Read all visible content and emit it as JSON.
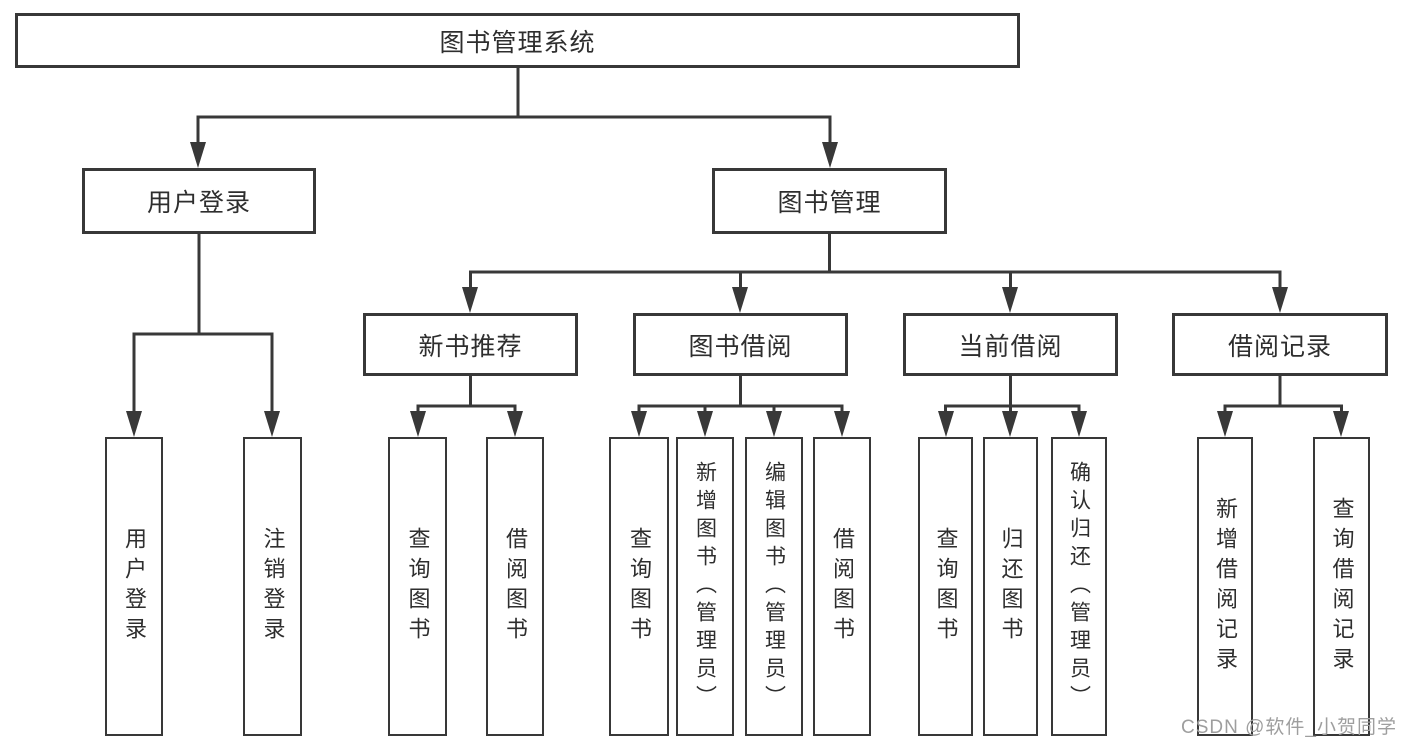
{
  "title": "图书管理系统",
  "watermark": "CSDN @软件_小贺同学",
  "colors": {
    "line": "#383838",
    "box_border": "#383838",
    "text": "#2e2e2e",
    "watermark_text": "#9e9e9e",
    "background": "#ffffff"
  },
  "nodes": {
    "root": {
      "label": "图书管理系统"
    },
    "user_login": {
      "label": "用户登录"
    },
    "book_management": {
      "label": "图书管理"
    },
    "new_book_recommend": {
      "label": "新书推荐"
    },
    "book_borrowing": {
      "label": "图书借阅"
    },
    "current_borrowing": {
      "label": "当前借阅"
    },
    "borrowing_records": {
      "label": "借阅记录"
    },
    "leaf_user_login": {
      "label": "用户登录"
    },
    "leaf_logout": {
      "label": "注销登录"
    },
    "leaf_rec_query_books": {
      "label": "查询图书"
    },
    "leaf_rec_borrow_books": {
      "label": "借阅图书"
    },
    "leaf_bb_query_books": {
      "label": "查询图书"
    },
    "leaf_bb_add_books": {
      "label": "新增图书（管理员）"
    },
    "leaf_bb_edit_books": {
      "label": "编辑图书（管理员）"
    },
    "leaf_bb_borrow_books": {
      "label": "借阅图书"
    },
    "leaf_cb_query_books": {
      "label": "查询图书"
    },
    "leaf_cb_return_books": {
      "label": "归还图书"
    },
    "leaf_cb_confirm_return": {
      "label": "确认归还（管理员）"
    },
    "leaf_br_add_record": {
      "label": "新增借阅记录"
    },
    "leaf_br_query_record": {
      "label": "查询借阅记录"
    }
  },
  "edges": [
    [
      "图书管理系统",
      "用户登录"
    ],
    [
      "图书管理系统",
      "图书管理"
    ],
    [
      "用户登录",
      "用户登录"
    ],
    [
      "用户登录",
      "注销登录"
    ],
    [
      "图书管理",
      "新书推荐"
    ],
    [
      "图书管理",
      "图书借阅"
    ],
    [
      "图书管理",
      "当前借阅"
    ],
    [
      "图书管理",
      "借阅记录"
    ],
    [
      "新书推荐",
      "查询图书"
    ],
    [
      "新书推荐",
      "借阅图书"
    ],
    [
      "图书借阅",
      "查询图书"
    ],
    [
      "图书借阅",
      "新增图书（管理员）"
    ],
    [
      "图书借阅",
      "编辑图书（管理员）"
    ],
    [
      "图书借阅",
      "借阅图书"
    ],
    [
      "当前借阅",
      "查询图书"
    ],
    [
      "当前借阅",
      "归还图书"
    ],
    [
      "当前借阅",
      "确认归还（管理员）"
    ],
    [
      "借阅记录",
      "新增借阅记录"
    ],
    [
      "借阅记录",
      "查询借阅记录"
    ]
  ]
}
